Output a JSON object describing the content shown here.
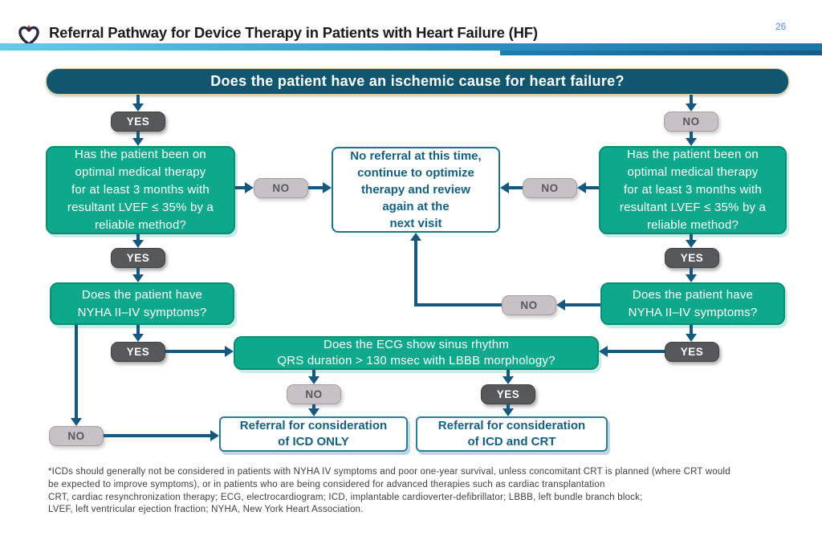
{
  "slide": {
    "title": "Referral Pathway for Device Therapy in Patients with Heart Failure (HF)",
    "page_number": "26"
  },
  "labels": {
    "yes": "YES",
    "no": "NO"
  },
  "flowchart": {
    "ischemic_question": "Does the patient have an ischemic cause for heart failure?",
    "omt_lines": [
      "Has the patient been on",
      "optimal medical therapy",
      "for at least 3 months with",
      "resultant LVEF ≤ 35% by a",
      "reliable method?"
    ],
    "no_referral_lines": [
      "No referral at this time,",
      "continue to optimize",
      "therapy and review",
      "again at the",
      "next visit"
    ],
    "nyha_lines": [
      "Does the patient have",
      "NYHA II–IV symptoms?"
    ],
    "ecg_lines": [
      "Does the ECG show sinus rhythm",
      "QRS duration > 130 msec with LBBB morphology?"
    ],
    "icd_only_lines": [
      "Referral for consideration",
      "of ICD ONLY"
    ],
    "icd_crt_lines": [
      "Referral for consideration",
      "of ICD and CRT"
    ]
  },
  "footnote_lines": [
    "*ICDs should generally not be considered in patients with NYHA IV symptoms and poor one-year survival, unless concomitant CRT is planned (where CRT would",
    "be expected to improve symptoms), or in patients who are being considered for advanced therapies such as cardiac transplantation",
    "CRT, cardiac resynchronization therapy; ECG, electrocardiogram; ICD, implantable cardioverter-defibrillator; LBBB, left bundle branch block;",
    "LVEF, left ventricular ejection fraction; NYHA, New York Heart Association."
  ],
  "colors": {
    "header_teal": "#11566e",
    "green_box": "#0ea98c",
    "arrow_blue": "#15597f",
    "badge_dark": "#57585a",
    "badge_light": "#c8c1c5",
    "accent_bar_light": "#63ccee",
    "accent_bar_dark": "#135d88",
    "page_number_blue": "#4e8fd0",
    "referral_text": "#156080"
  }
}
